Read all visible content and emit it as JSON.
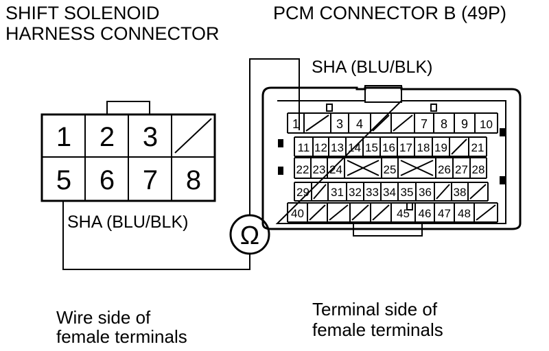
{
  "titles": {
    "left_line1": "SHIFT SOLENOID",
    "left_line2": "HARNESS CONNECTOR",
    "right": "PCM CONNECTOR B (49P)"
  },
  "wire_labels": {
    "left": "SHA (BLU/BLK)",
    "right": "SHA (BLU/BLK)"
  },
  "meter_symbol": "Ω",
  "notes": {
    "left_line1": "Wire side of",
    "left_line2": "female terminals",
    "right_line1": "Terminal side of",
    "right_line2": "female terminals"
  },
  "shift_connector": {
    "row1": [
      "1",
      "2",
      "3",
      ""
    ],
    "row2": [
      "5",
      "6",
      "7",
      "8"
    ]
  },
  "pcm_connector": {
    "row1": [
      "1",
      "",
      "3",
      "4",
      "",
      "",
      "7",
      "8",
      "9",
      "10"
    ],
    "row2": [
      "11",
      "12",
      "13",
      "14",
      "15",
      "16",
      "17",
      "18",
      "19",
      "",
      "21"
    ],
    "row3": [
      "22",
      "23",
      "24",
      "",
      "25",
      "",
      "26",
      "27",
      "28"
    ],
    "row4": [
      "29",
      "",
      "31",
      "32",
      "33",
      "34",
      "35",
      "36",
      "",
      "38",
      ""
    ],
    "row5": [
      "40",
      "",
      "",
      "",
      "",
      "45",
      "46",
      "47",
      "48",
      ""
    ]
  }
}
